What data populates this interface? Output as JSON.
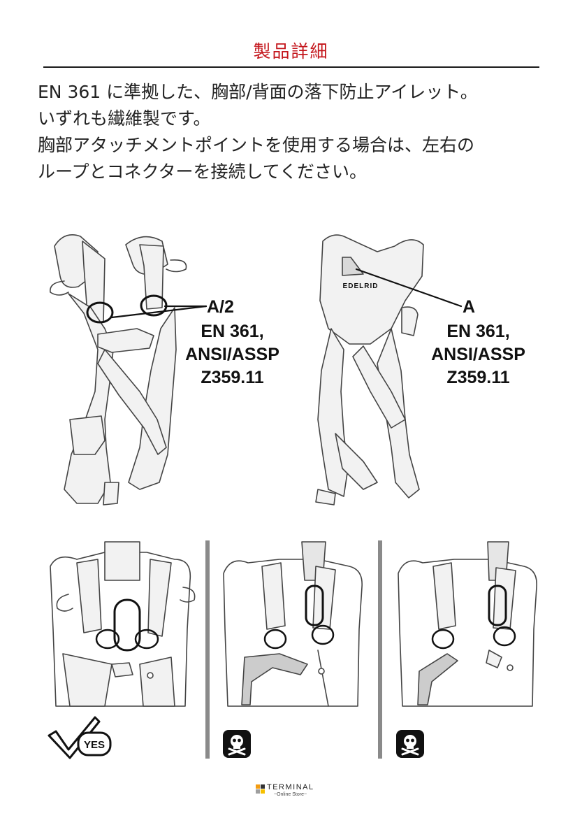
{
  "header": {
    "title": "製品詳細"
  },
  "intro": {
    "lines": [
      "EN 361 に準拠した、胸部/背面の落下防止アイレット。",
      "いずれも繊維製です。",
      "胸部アタッチメントポイントを使用する場合は、左右の",
      "ループとコネクターを接続してください。"
    ]
  },
  "front_view": {
    "callout": "A/2",
    "standards": [
      "EN 361,",
      "ANSI/ASSP",
      "Z359.11"
    ]
  },
  "back_view": {
    "brand_on_pad": "EDELRID",
    "callout": "A",
    "standards": [
      "EN 361,",
      "ANSI/ASSP",
      "Z359.11"
    ]
  },
  "usage_panels": [
    {
      "status": "correct",
      "badge_text": "YES",
      "icon": "checkmark-yes-icon"
    },
    {
      "status": "danger",
      "icon": "skull-crossbones-icon"
    },
    {
      "status": "danger",
      "icon": "skull-crossbones-icon"
    }
  ],
  "footer": {
    "brand": "TERMINAL",
    "tagline": "~Online Store~",
    "logo_colors": [
      "#f39c12",
      "#333333",
      "#9e9e9e",
      "#f6c000"
    ]
  },
  "colors": {
    "title": "#c4161c",
    "rule": "#1a1a1a",
    "divider": "#8a8a8a"
  }
}
